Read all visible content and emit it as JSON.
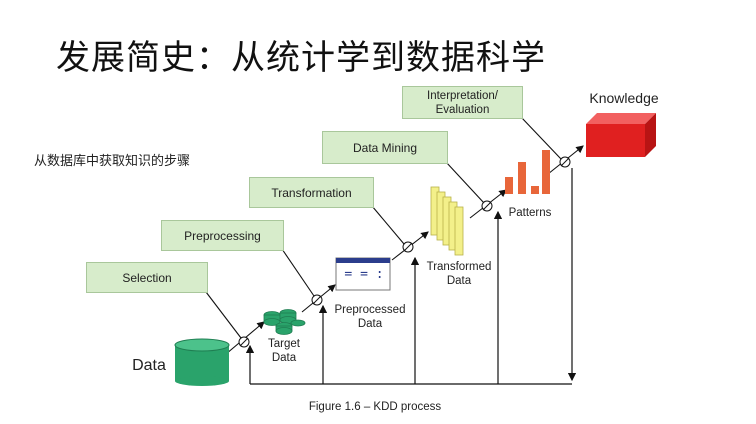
{
  "title": "发展简史：从统计学到数据科学",
  "subtitle": "从数据库中获取知识的步骤",
  "steps": {
    "selection": "Selection",
    "preprocessing": "Preprocessing",
    "transformation": "Transformation",
    "data_mining": "Data Mining",
    "interpretation": "Interpretation/\nEvaluation"
  },
  "stages": {
    "data": "Data",
    "target_data": "Target\nData",
    "preprocessed_data": "Preprocessed\nData",
    "transformed_data": "Transformed\nData",
    "patterns": "Patterns",
    "knowledge": "Knowledge"
  },
  "preprocessed_symbol": "= = :",
  "caption": "Figure 1.6 – KDD process",
  "colors": {
    "step_fill": "#d7eccb",
    "data_green": "#2aa36b",
    "transformed_yellow": "#f3f08a",
    "pattern_orange": "#e8663a",
    "knowledge_red": "#e02020",
    "window_blue": "#2b3d8c"
  }
}
